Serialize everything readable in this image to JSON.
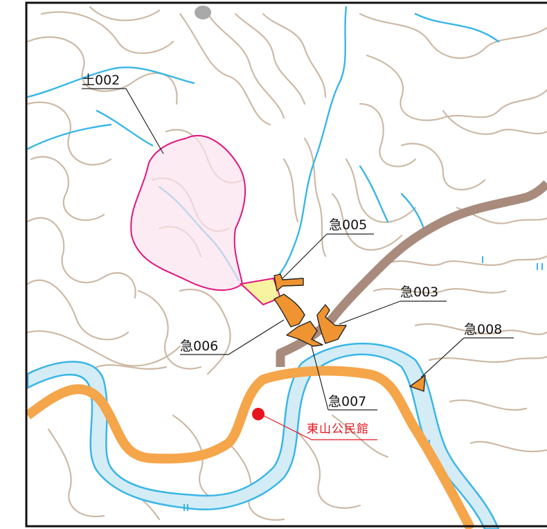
{
  "labels": {
    "zone_do002": "土002",
    "zone_kyu005": "急005",
    "zone_kyu003": "急003",
    "zone_kyu008": "急008",
    "zone_kyu006": "急006",
    "zone_kyu007": "急007",
    "facility": "東山公民館"
  },
  "colors": {
    "contour": "#cdb9a5",
    "stream": "#38b6e6",
    "river_fill": "#d4ecf6",
    "main_road": "#f5a54a",
    "sub_road": "#a88b7c",
    "debris_zone_stroke": "#e0147f",
    "debris_zone_fill": "#fbe3ee",
    "slope_zone": "#ef9430",
    "facility_marker": "#e8141c",
    "facility_label": "#e8141c",
    "frame": "#111111"
  }
}
